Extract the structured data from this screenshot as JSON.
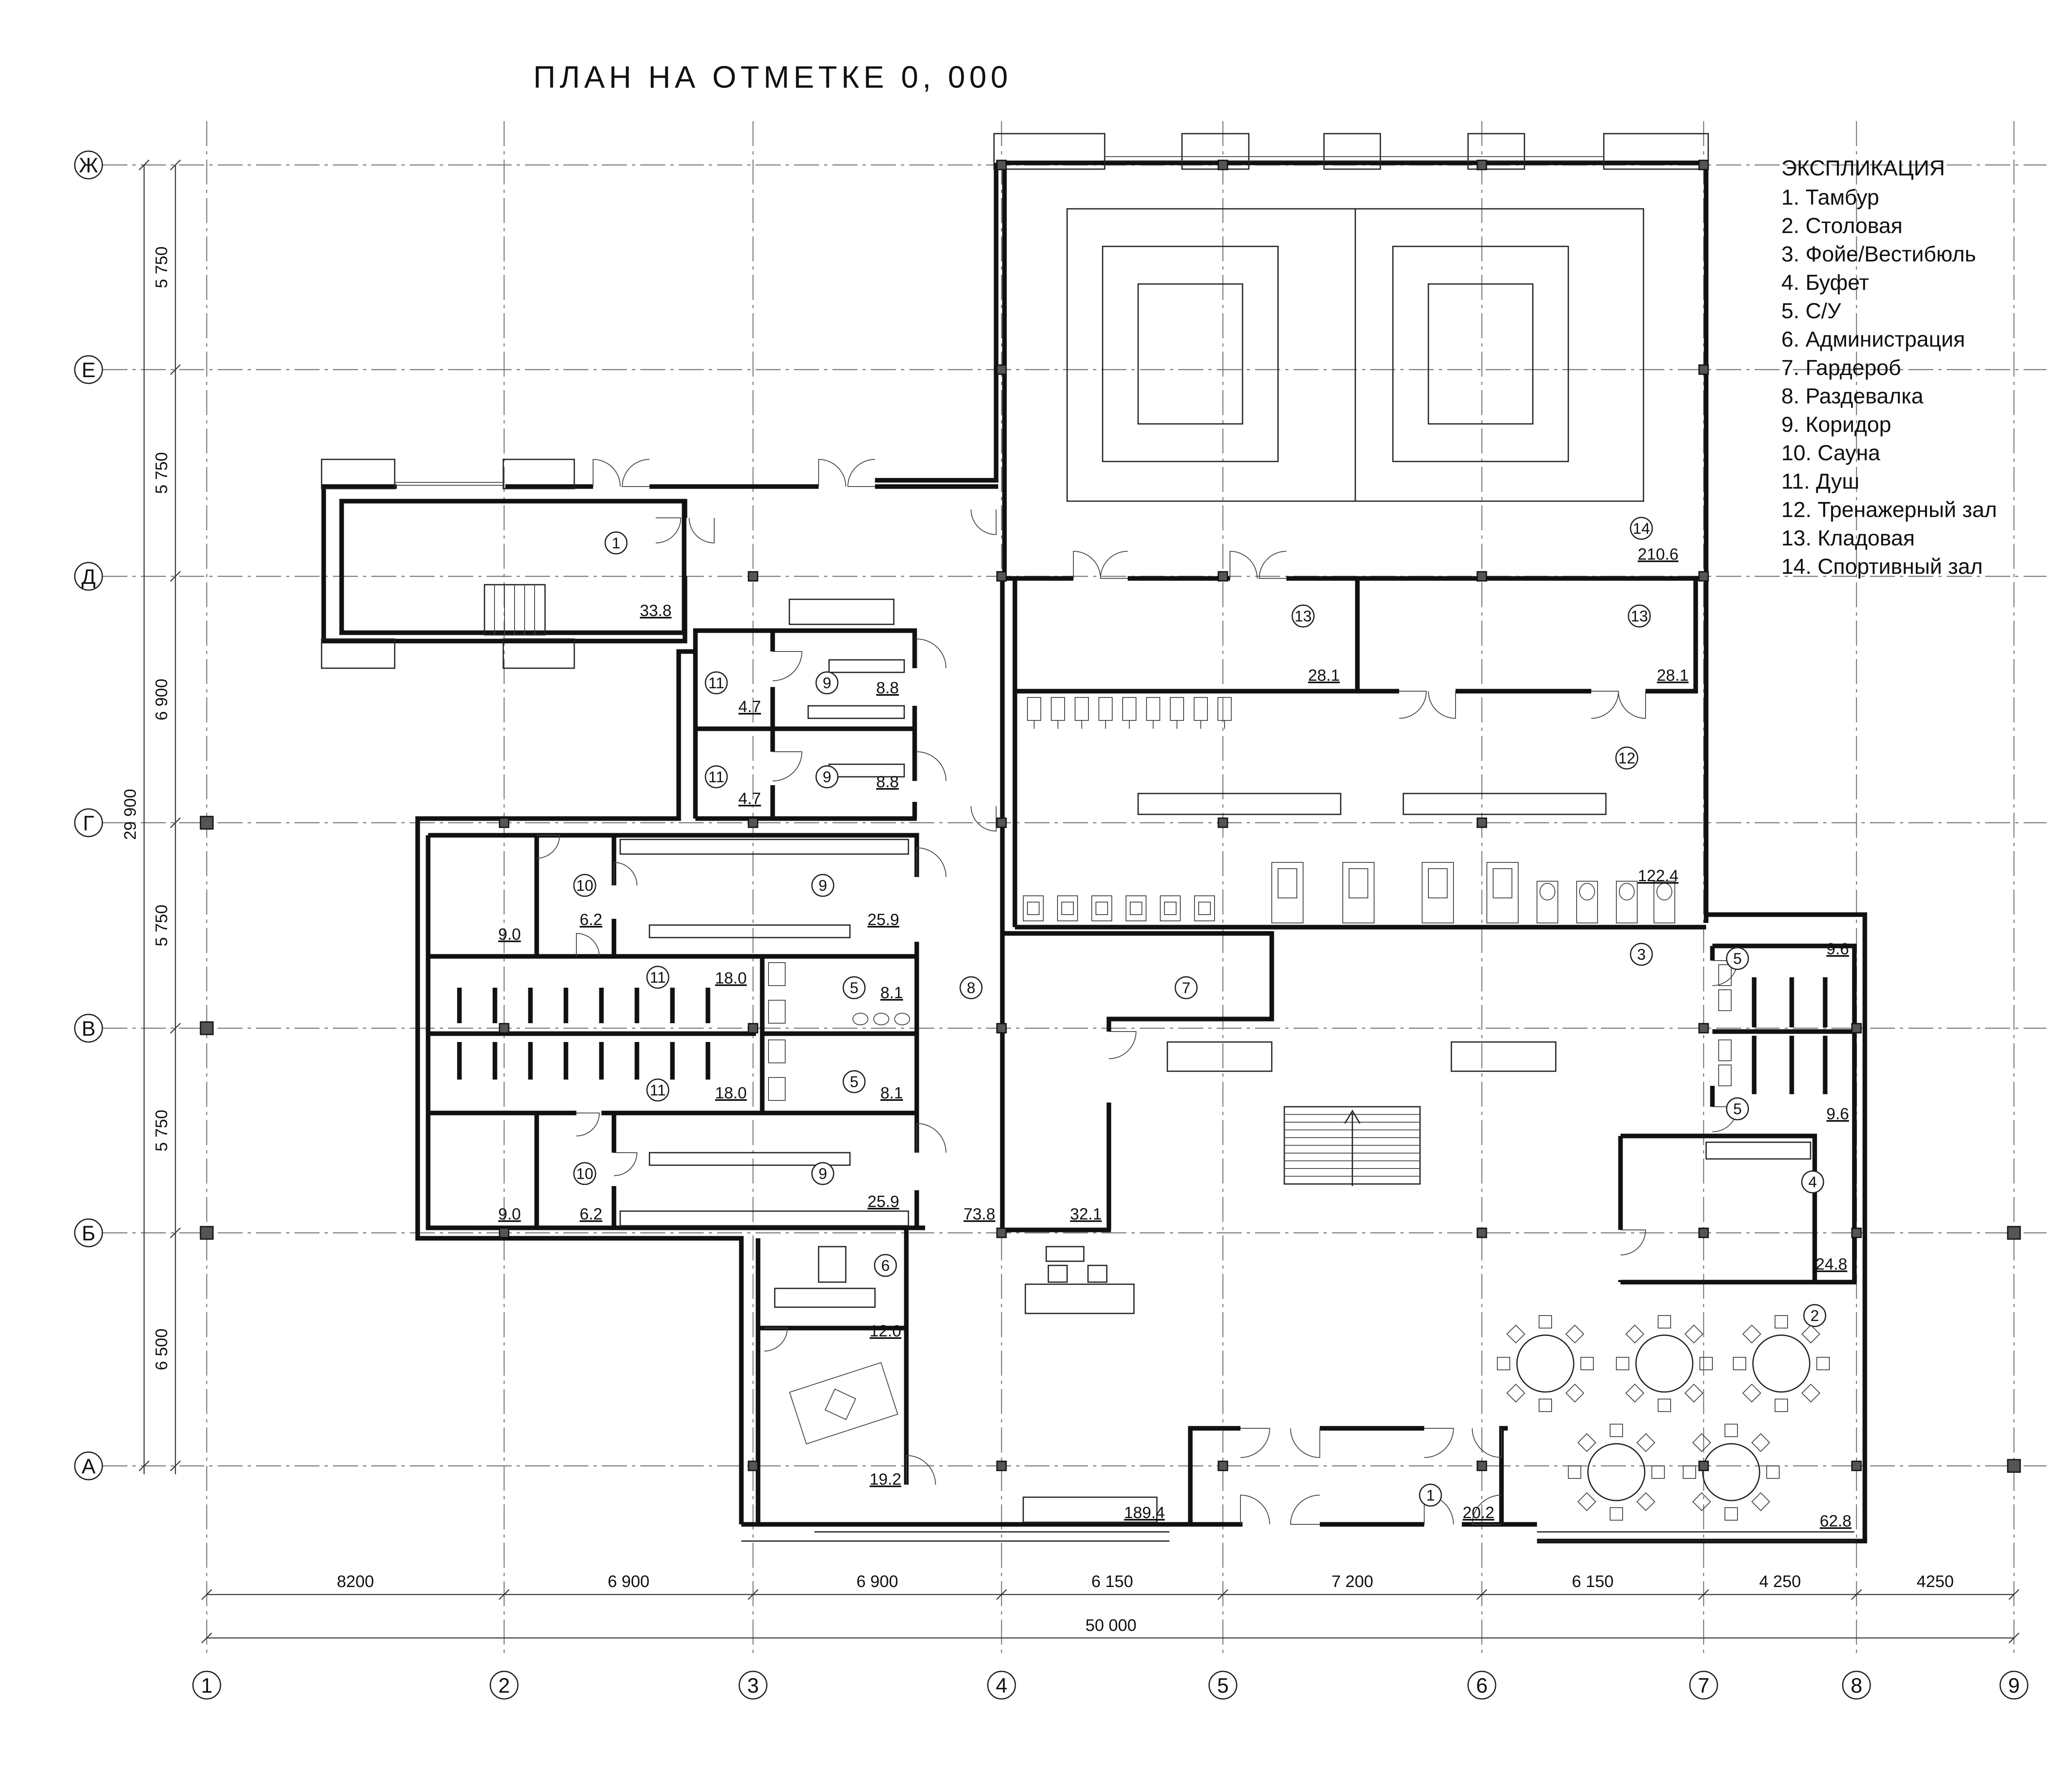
{
  "title": "ПЛАН  НА  ОТМЕТКЕ  0, 000",
  "colors": {
    "ink": "#111111",
    "grid": "#777777",
    "column": "#555555"
  },
  "grid_x": {
    "labels": [
      "1",
      "2",
      "3",
      "4",
      "5",
      "6",
      "7",
      "8",
      "9"
    ],
    "spans": [
      "8200",
      "6 900",
      "6 900",
      "6 150",
      "7 200",
      "6 150",
      "4 250",
      "4250"
    ],
    "total": "50 000"
  },
  "grid_y": {
    "labels": [
      "Ж",
      "Е",
      "Д",
      "Г",
      "В",
      "Б",
      "А"
    ],
    "spans": [
      "5 750",
      "5 750",
      "6 900",
      "5 750",
      "5 750",
      "6 500"
    ],
    "total": "29 900"
  },
  "explication": {
    "heading": "ЭКСПЛИКАЦИЯ",
    "items": [
      "1. Тамбур",
      "2. Столовая",
      "3. Фойе/Вестибюль",
      "4. Буфет",
      "5. С/У",
      "6. Администрация",
      "7. Гардероб",
      "8. Раздевалка",
      "9. Коридор",
      "10. Сауна",
      "11. Душ",
      "12. Тренажерный зал",
      "13. Кладовая",
      "14. Спортивный зал"
    ]
  },
  "rooms": [
    {
      "n": "1",
      "area": "33.8"
    },
    {
      "n": "14",
      "area": "210.6"
    },
    {
      "n": "13",
      "area": "28.1"
    },
    {
      "n": "13",
      "area": "28.1"
    },
    {
      "n": "12",
      "area": "122.4"
    },
    {
      "n": "11",
      "area": "4.7"
    },
    {
      "n": "11",
      "area": "4.7"
    },
    {
      "n": "9",
      "area": "8.8"
    },
    {
      "n": "9",
      "area": "8.8"
    },
    {
      "n": "10",
      "area": "6.2"
    },
    {
      "n": "9",
      "area": "25.9"
    },
    {
      "n": "",
      "area": "9.0"
    },
    {
      "n": "11",
      "area": "18.0"
    },
    {
      "n": "5",
      "area": "8.1"
    },
    {
      "n": "11",
      "area": "18.0"
    },
    {
      "n": "5",
      "area": "8.1"
    },
    {
      "n": "10",
      "area": "6.2"
    },
    {
      "n": "9",
      "area": "25.9"
    },
    {
      "n": "",
      "area": "9.0"
    },
    {
      "n": "8",
      "area": "73.8"
    },
    {
      "n": "7",
      "area": "32.1"
    },
    {
      "n": "6",
      "area": "12.0"
    },
    {
      "n": "",
      "area": "19.2"
    },
    {
      "n": "",
      "area": "189.4"
    },
    {
      "n": "1",
      "area": "20.2"
    },
    {
      "n": "3",
      "area": ""
    },
    {
      "n": "5",
      "area": "9.6"
    },
    {
      "n": "5",
      "area": "9.6"
    },
    {
      "n": "4",
      "area": "24.8"
    },
    {
      "n": "2",
      "area": "62.8"
    }
  ]
}
